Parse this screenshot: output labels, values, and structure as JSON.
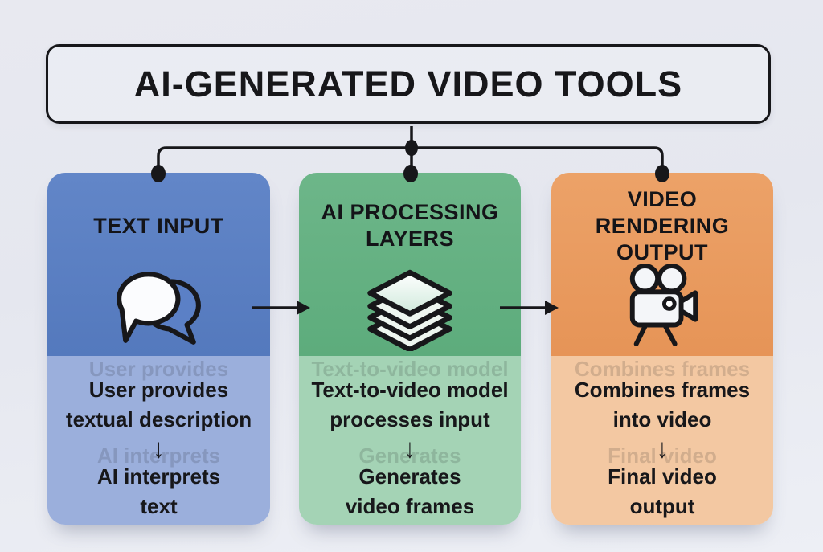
{
  "title_box": {
    "label": "AI-GENERATED VIDEO TOOLS"
  },
  "colors": {
    "background": "#e7e9f0",
    "line": "#17171a",
    "blue_top": "#5b80c4",
    "blue_bottom": "#9bafdc",
    "green_top": "#61b080",
    "green_bottom": "#a4d3b5",
    "orange_top": "#e7995c",
    "orange_bottom": "#f3c8a2"
  },
  "cards": [
    {
      "heading_line1": "TEXT INPUT",
      "heading_line2": "",
      "icon": "speech-bubbles-icon",
      "desc1": {
        "line1": "User provides",
        "line2": "textual description"
      },
      "flow_arrow": "↓",
      "desc2": {
        "line1": "AI interprets",
        "line2": "text"
      }
    },
    {
      "heading_line1": "AI PROCESSING",
      "heading_line2": "LAYERS",
      "icon": "layers-icon",
      "desc1": {
        "line1": "Text-to-video model",
        "line2": "processes input"
      },
      "flow_arrow": "↓",
      "desc2": {
        "line1": "Generates",
        "line2": "video frames"
      }
    },
    {
      "heading_line1": "VIDEO RENDERING",
      "heading_line2": "OUTPUT",
      "icon": "movie-camera-icon",
      "desc1": {
        "line1": "Combines frames",
        "line2": "into video"
      },
      "flow_arrow": "↓",
      "desc2": {
        "line1": "Final video",
        "line2": "output"
      }
    }
  ]
}
